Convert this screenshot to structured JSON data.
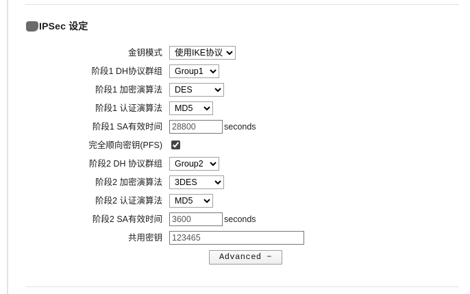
{
  "section": {
    "icon": "shield-pill-icon",
    "title": "IPSec 设定"
  },
  "form": {
    "rows": [
      {
        "label": "金钥模式",
        "control": "select",
        "name": "key-mode",
        "value": "使用IKE协议",
        "options": [
          "使用IKE协议"
        ]
      },
      {
        "label": "阶段1 DH协议群组",
        "control": "select",
        "name": "phase1-dh-group",
        "value": "Group1",
        "options": [
          "Group1"
        ]
      },
      {
        "label": "阶段1 加密演算法",
        "control": "select",
        "name": "phase1-encryption",
        "value": "DES",
        "options": [
          "DES"
        ]
      },
      {
        "label": "阶段1 认证演算法",
        "control": "select",
        "name": "phase1-authentication",
        "value": "MD5",
        "options": [
          "MD5"
        ]
      },
      {
        "label": "阶段1 SA有效时间",
        "control": "text",
        "name": "phase1-sa-lifetime",
        "value": "28800",
        "unit": "seconds"
      },
      {
        "label": "完全顺向密钥(PFS)",
        "control": "checkbox",
        "name": "pfs",
        "checked": true
      },
      {
        "label": "阶段2 DH 协议群组",
        "control": "select",
        "name": "phase2-dh-group",
        "value": "Group2",
        "options": [
          "Group2"
        ]
      },
      {
        "label": "阶段2 加密演算法",
        "control": "select",
        "name": "phase2-encryption",
        "value": "3DES",
        "options": [
          "3DES"
        ]
      },
      {
        "label": "阶段2 认证演算法",
        "control": "select",
        "name": "phase2-authentication",
        "value": "MD5",
        "options": [
          "MD5"
        ]
      },
      {
        "label": "阶段2 SA有效时间",
        "control": "text",
        "name": "phase2-sa-lifetime",
        "value": "3600",
        "unit": "seconds"
      },
      {
        "label": "共用密钥",
        "control": "text",
        "name": "preshared-key",
        "value": "123465"
      }
    ],
    "advanced_button": "Advanced −"
  },
  "colors": {
    "icon": "#6b6b6b",
    "divider": "#e2e2e2",
    "rail": "#e3e3e5",
    "text": "#1c1c1c"
  }
}
